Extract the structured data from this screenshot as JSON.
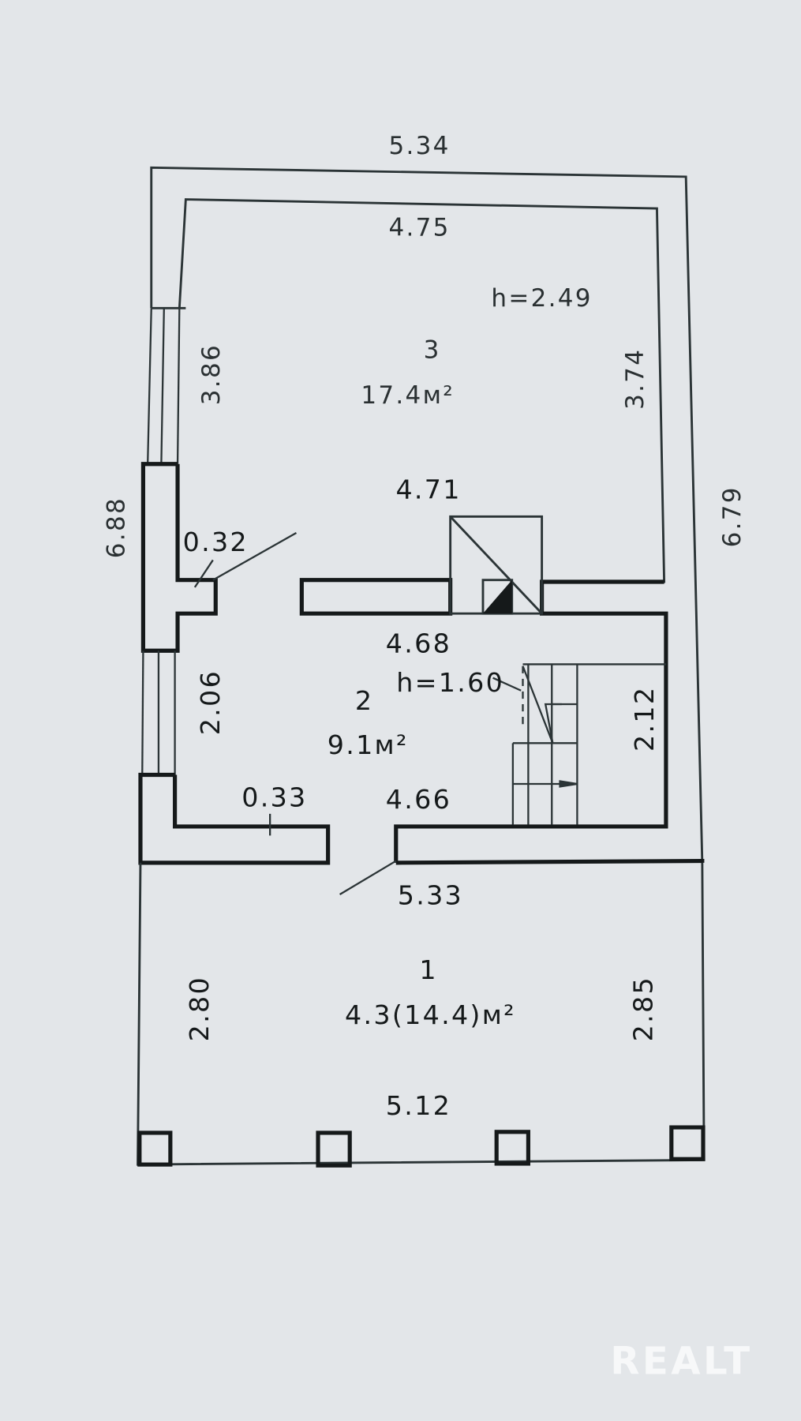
{
  "plan": {
    "outer_width_top": "5.34",
    "room3": {
      "number": "3",
      "area": "17.4м²",
      "width_top": "4.75",
      "width_bottom": "4.71",
      "height": "h=2.49",
      "left": "3.86",
      "right": "3.74"
    },
    "outer_left": "6.88",
    "outer_right": "6.79",
    "wall_thickness_top": "0.32",
    "room2": {
      "number": "2",
      "area": "9.1м²",
      "width_top": "4.68",
      "width_bottom": "4.66",
      "stair_height": "h=1.60",
      "left": "2.06",
      "right": "2.12"
    },
    "wall_thickness_bottom": "0.33",
    "room1": {
      "number": "1",
      "area": "4.3(14.4)м²",
      "width_top": "5.33",
      "width_bottom": "5.12",
      "left": "2.80",
      "right": "2.85"
    }
  },
  "watermark": "REALT",
  "colors": {
    "background": "#e3e6e9",
    "lines": "#15191a"
  }
}
